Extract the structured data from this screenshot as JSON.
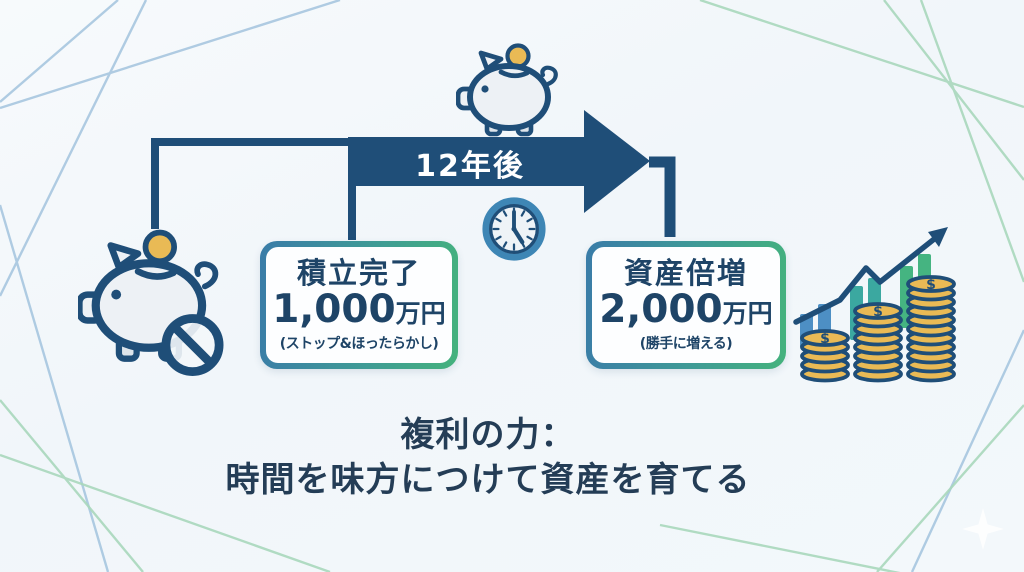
{
  "timeline": {
    "arrow_label": "12年後"
  },
  "boxes": {
    "start": {
      "title": "積立完了",
      "amount": "1,000",
      "unit": "万円",
      "note": "(ストップ&ほったらかし)"
    },
    "end": {
      "title": "資産倍増",
      "amount": "2,000",
      "unit": "万円",
      "note": "(勝手に増える)"
    }
  },
  "caption": {
    "line1": "複利の力：",
    "line2": "時間を味方につけて資産を育てる"
  },
  "growth_icon": {
    "dollar": "$"
  },
  "icons": {
    "top": "piggy-bank-icon",
    "left": "piggy-bank-stop-icon",
    "clock": "clock-icon",
    "right": "coin-stacks-growth-icon",
    "watermark": "sparkle-icon"
  },
  "colors": {
    "navy": "#1f4e78",
    "box_text": "#1e4467",
    "caption_text": "#243d56",
    "gold": "#e9ba55",
    "gradient_blue": "#3a7ca8",
    "gradient_green": "#44b27d",
    "clock_ring_blue": "#3e86b5",
    "bar_blue": "#4d8fc4",
    "bar_teal": "#3ba8a0",
    "bar_green": "#45b481",
    "bg_line_blue": "#a3c4de",
    "bg_line_green": "#a9d8bc",
    "background": "#f3f8fb"
  }
}
